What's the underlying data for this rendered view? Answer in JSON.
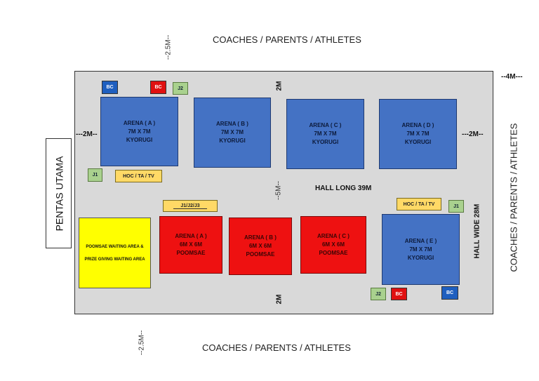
{
  "outside": {
    "top_label": "COACHES / PARENTS / ATHLETES",
    "bottom_label": "COACHES / PARENTS / ATHLETES",
    "right_label": "COACHES / PARENTS / ATHLETES",
    "stage_label": "PENTAS UTAMA",
    "dim_top": "--2.5M--",
    "dim_bottom": "--2.5M--",
    "dim_right": "--4M---"
  },
  "hall": {
    "long_label": "HALL LONG 39M",
    "wide_label": "HALL WIDE 28M",
    "gap_top": "2M",
    "gap_middle": "--5M--",
    "gap_bottom": "2M",
    "gap_left": "---2M--",
    "gap_right": "---2M--"
  },
  "kyorugi_arenas": [
    {
      "name": "ARENA ( A )",
      "size": "7M X 7M",
      "type": "KYORUGI"
    },
    {
      "name": "ARENA ( B )",
      "size": "7M X 7M",
      "type": "KYORUGI"
    },
    {
      "name": "ARENA ( C )",
      "size": "7M X 7M",
      "type": "KYORUGI"
    },
    {
      "name": "ARENA ( D )",
      "size": "7M X 7M",
      "type": "KYORUGI"
    },
    {
      "name": "ARENA ( E )",
      "size": "7M X 7M",
      "type": "KYORUGI"
    }
  ],
  "poomsae_arenas": [
    {
      "name": "ARENA ( A )",
      "size": "6M X 6M",
      "type": "POOMSAE"
    },
    {
      "name": "ARENA ( B )",
      "size": "6M X 6M",
      "type": "POOMSAE"
    },
    {
      "name": "ARENA ( C )",
      "size": "6M X 6M",
      "type": "POOMSAE"
    }
  ],
  "markers": {
    "bc": "BC",
    "j1": "J1",
    "j2": "J2",
    "hoc": "HOC / TA / TV",
    "judges": "J1/J2/J3"
  },
  "waiting_area": {
    "line1": "POOMSAE WAITING AREA &",
    "line2": "PRIZE GIVING WAITING AREA"
  },
  "colors": {
    "kyorugi": "#4472c4",
    "poomsae": "#ee1111",
    "waiting": "#ffff00",
    "hoc": "#ffd966",
    "judge": "#a9d18e",
    "bc_blue": "#1f5fbf",
    "bc_red": "#e01010"
  }
}
